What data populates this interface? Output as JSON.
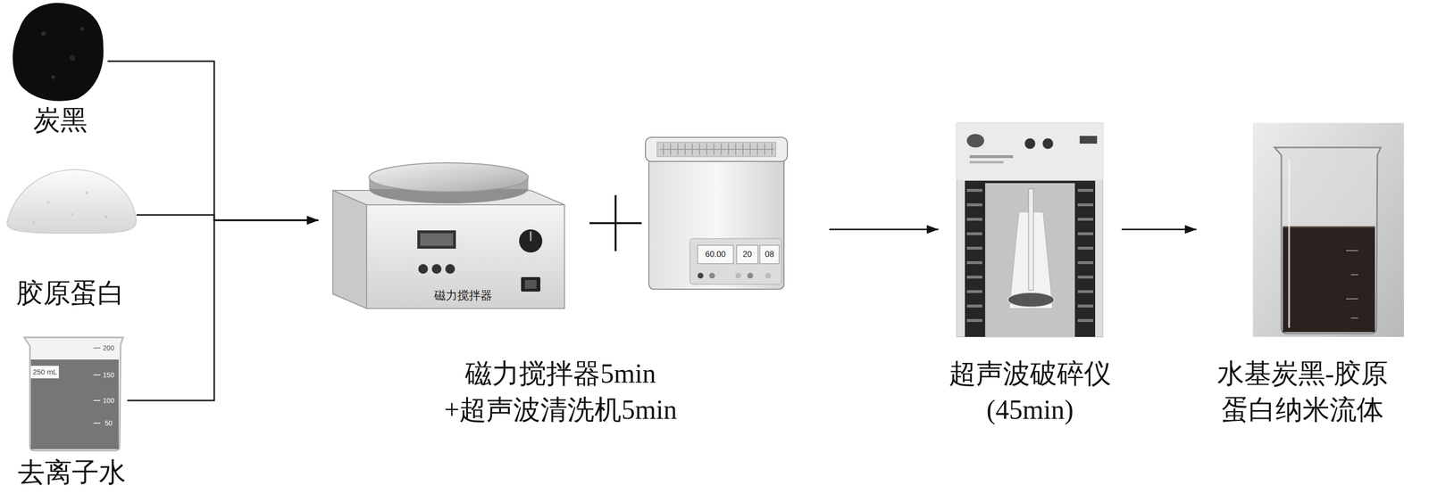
{
  "diagram": {
    "nodes": [
      {
        "text": [
          "炭黑"
        ]
      },
      {
        "text": [
          "胶原蛋白"
        ]
      },
      {
        "text": [
          "去离子水"
        ]
      },
      {
        "text": [
          "磁力搅拌器5min +超声波清洗机5min"
        ]
      },
      {
        "text": [
          "超声波破碎仪 (45min)"
        ]
      },
      {
        "text": [
          "水基炭黑-胶原 蛋白纳米流体"
        ]
      }
    ],
    "edges": [
      {
        "from": 0,
        "to": 3,
        "arrow": "to"
      },
      {
        "from": 1,
        "to": 3,
        "arrow": "to"
      },
      {
        "from": 2,
        "to": 3,
        "arrow": "to"
      },
      {
        "from": 3,
        "to": 4,
        "arrow": "to"
      },
      {
        "from": 4,
        "to": 5,
        "arrow": "to"
      }
    ],
    "labels": [
      "250 mL",
      "200",
      "150",
      "100",
      "50",
      "磁力搅拌器",
      "60.00",
      "20",
      "08"
    ]
  }
}
